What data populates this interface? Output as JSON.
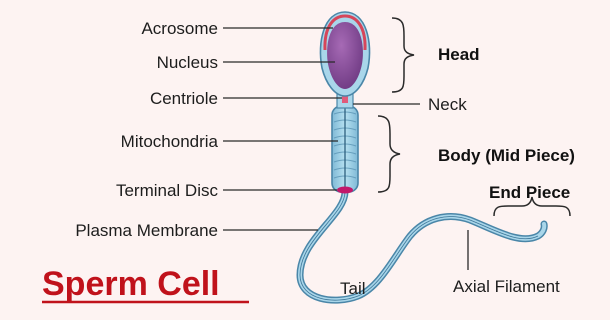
{
  "labels": {
    "acrosome": "Acrosome",
    "nucleus": "Nucleus",
    "centriole": "Centriole",
    "mitochondria": "Mitochondria",
    "terminal_disc": "Terminal Disc",
    "plasma_membrane": "Plasma Membrane",
    "neck": "Neck",
    "tail": "Tail",
    "axial_filament": "Axial Filament"
  },
  "regions": {
    "head": "Head",
    "body": "Body (Mid Piece)",
    "end_piece": "End Piece"
  },
  "title": "Sperm Cell",
  "colors": {
    "background": "#fdf3f2",
    "title": "#c0121b",
    "nucleus": "#8b4a9c",
    "acrosome": "#d6465a",
    "cell_body": "#9fd0e6",
    "cell_outline": "#4a86a8",
    "terminal_disc": "#c2186b"
  }
}
